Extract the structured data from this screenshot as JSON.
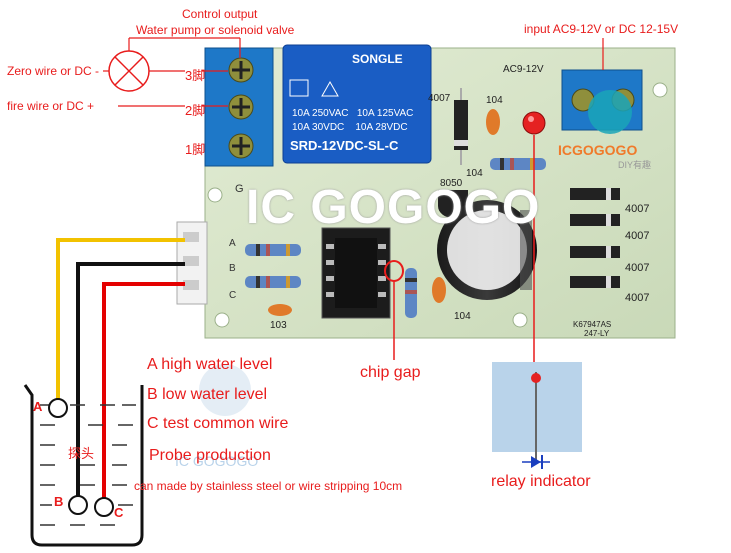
{
  "annotations": {
    "control_output_title": "Control output",
    "control_output_sub": "Water pump or solenoid valve",
    "input_power": "input AC9-12V or DC 12-15V",
    "zero_wire": "Zero wire or DC -",
    "fire_wire": "fire wire or DC +",
    "chip_gap": "chip gap",
    "relay_indicator": "relay indicator",
    "probe_production": "Probe production",
    "probe_note": "can made by stainless steel or wire stripping 10cm"
  },
  "legend": {
    "a": "A high water level",
    "b": "B low water level",
    "c": "C test common wire"
  },
  "terminals": {
    "t3": "3脚",
    "t2": "2脚",
    "t1": "1脚"
  },
  "relay": {
    "brand": "SONGLE",
    "line1": "10A 250VAC   10A 125VAC",
    "line2": "10A 30VDC    10A 28VDC",
    "model": "SRD-12VDC-SL-C"
  },
  "board": {
    "ac_label": "AC9-12V",
    "part_4007_top": "4007",
    "cap_104_a": "104",
    "cap_104_b": "104",
    "cap_104_c": "104",
    "cap_103": "103",
    "transistor": "8050",
    "diodes": [
      "4007",
      "4007",
      "4007",
      "4007"
    ],
    "pcb_code1": "K67947AS",
    "pcb_code2": "247-LY",
    "silk_abc": [
      "A",
      "B",
      "C"
    ],
    "silk_g": "G"
  },
  "watermark": {
    "main": "IC GOGOGO",
    "small": "IC GOGOGO",
    "logo": "ICGOGOGO",
    "sub": "DIY有趣"
  },
  "probe": {
    "cn_label": "探头",
    "a": "A",
    "b": "B",
    "c": "C"
  },
  "colors": {
    "board": "#d9e6c9",
    "relay": "#1a5dc4",
    "terminal": "#1e78c8",
    "wire_yellow": "#f2c200",
    "wire_red": "#e40000"
  }
}
